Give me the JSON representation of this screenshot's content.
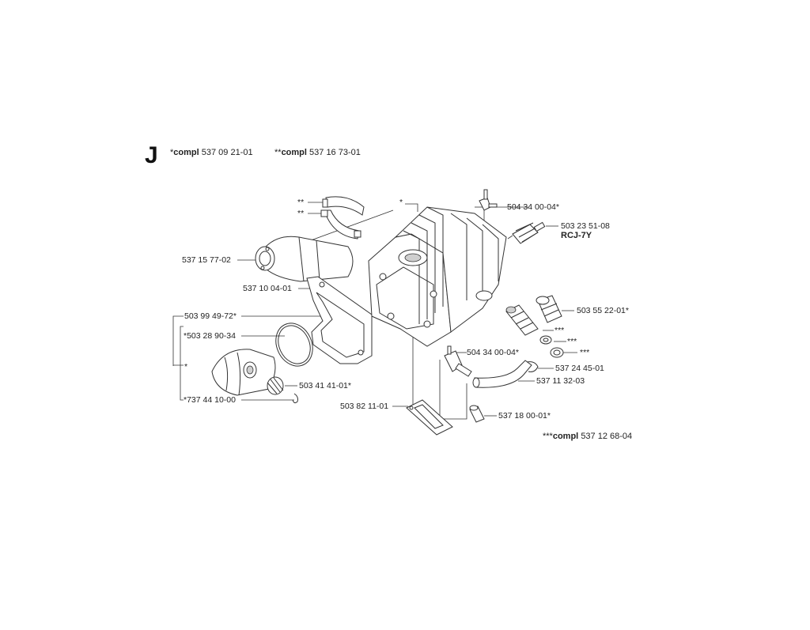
{
  "section": {
    "letter": "J"
  },
  "header": {
    "compl1_prefix": "*",
    "compl1_word": "compl",
    "compl1_number": "537 09 21-01",
    "compl2_prefix": "**",
    "compl2_word": "compl",
    "compl2_number": "537 16 73-01"
  },
  "footer": {
    "compl3_prefix": "***",
    "compl3_word": "compl",
    "compl3_number": "537 12 68-04"
  },
  "callouts": {
    "c_star2_a": "**",
    "c_star2_b": "**",
    "c_star_top": "*",
    "p_537157702": "537 15 77-02",
    "p_537100401": "537 10 04-01",
    "p_503994972": "503 99 49-72*",
    "p_503289034": "*503 28 90-34",
    "c_star_piston": "*",
    "p_737441000": "*737 44 10-00",
    "p_503414101": "503 41 41-01*",
    "p_503821101": "503 82 11-01",
    "p_504340004_top": "504 34 00-04*",
    "p_503235108": "503 23 51-08",
    "p_rcj7y": "RCJ-7Y",
    "p_503552201": "503 55 22-01*",
    "c_star3_a": "***",
    "c_star3_b": "***",
    "c_star3_c": "***",
    "p_504340004_mid": "504 34 00-04*",
    "p_537244501": "537 24 45-01",
    "p_537113203": "537 11 32-03",
    "p_537180001": "537 18 00-01*"
  }
}
